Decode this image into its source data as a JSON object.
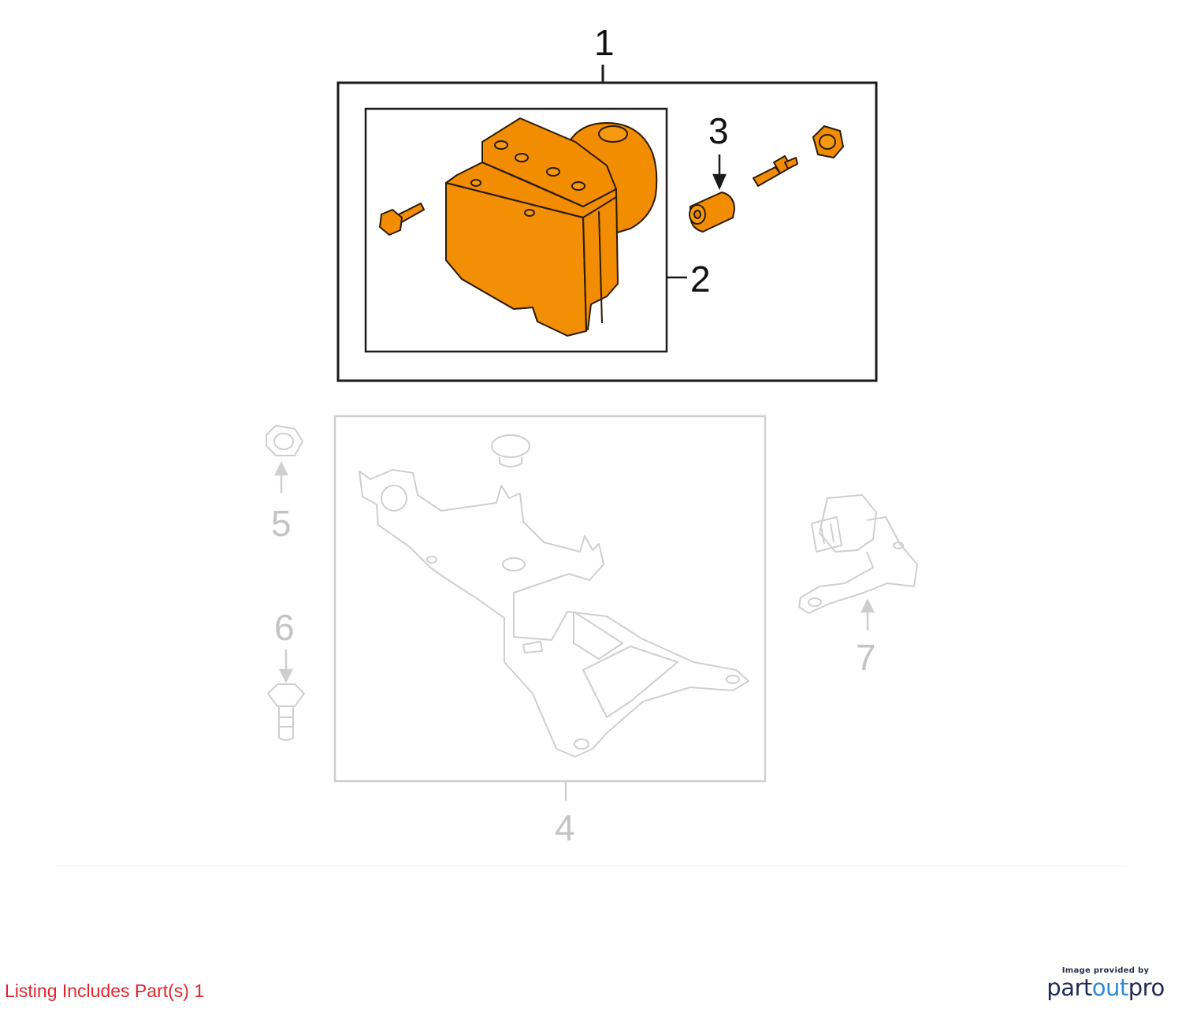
{
  "diagram": {
    "callouts": [
      {
        "number": "1",
        "highlighted": true
      },
      {
        "number": "2",
        "highlighted": true
      },
      {
        "number": "3",
        "highlighted": true
      },
      {
        "number": "4",
        "highlighted": false
      },
      {
        "number": "5",
        "highlighted": false
      },
      {
        "number": "6",
        "highlighted": false
      },
      {
        "number": "7",
        "highlighted": false
      }
    ],
    "colors": {
      "highlight_fill": "#f28c00",
      "highlight_stroke": "#2b1a05",
      "dim_stroke": "#c8c8c8",
      "frame_stroke": "#1a1a1a"
    }
  },
  "footer": {
    "listing_text": "Listing Includes Part(s) 1",
    "listing_color": "#e0262b",
    "credit_caption": "Image provided by",
    "credit_logo_main": "part",
    "credit_logo_accent": "out",
    "credit_logo_tail": "pro"
  }
}
